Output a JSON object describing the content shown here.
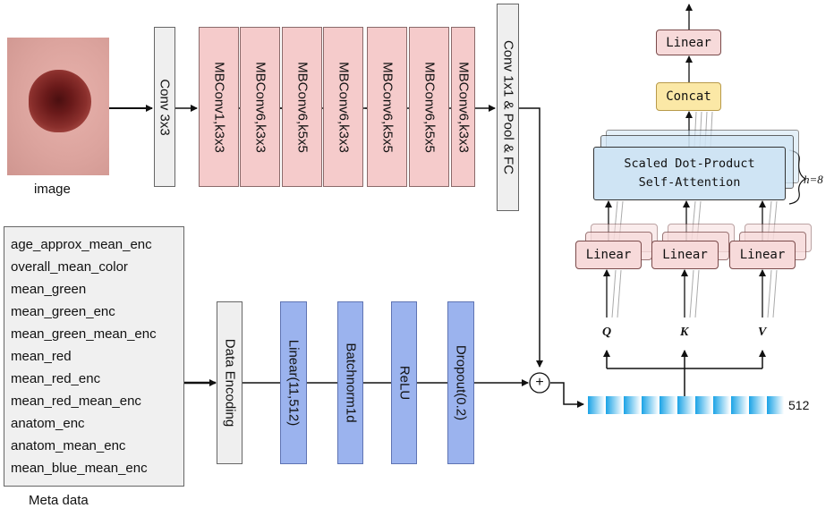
{
  "image_label": "image",
  "meta_label": "Meta data",
  "backbone": {
    "conv_in": "Conv 3x3",
    "mbconv": [
      "MBConv1,k3x3",
      "MBConv6,k3x3",
      "MBConv6,k5x5",
      "MBConv6,k3x3",
      "MBConv6,k5x5",
      "MBConv6,k5x5",
      "MBConv6,k3x3"
    ],
    "head": "Conv 1x1 & Pool & FC"
  },
  "meta_features": [
    "age_approx_mean_enc",
    "overall_mean_color",
    "mean_green",
    "mean_green_enc",
    "mean_green_mean_enc",
    "mean_red",
    "mean_red_enc",
    "mean_red_mean_enc",
    "anatom_enc",
    "anatom_mean_enc",
    "mean_blue_mean_enc"
  ],
  "meta_branch": {
    "data_encoding": "Data Encoding",
    "linear": "Linear(11,512)",
    "batchnorm": "Batchnorm1d",
    "relu": "ReLU",
    "dropout": "Dropout(0.2)"
  },
  "fusion": {
    "plus": "+",
    "embedding_size": "512"
  },
  "attention": {
    "linear_top": "Linear",
    "concat": "Concat",
    "sdpa_line1": "Scaled Dot-Product",
    "sdpa_line2": "Self-Attention",
    "heads": "h=8",
    "linear_q": "Linear",
    "linear_k": "Linear",
    "linear_v": "Linear",
    "q": "Q",
    "k": "K",
    "v": "V"
  },
  "colors": {
    "mbconv": "#f5cbcb",
    "gray_box": "#efefef",
    "meta_box": "#f0f0f0",
    "blue_box": "#9bb3ee",
    "concat": "#fbe8a6",
    "attention": "#cfe4f4",
    "linear": "#f7dada",
    "embedding_start": "#1aa3e6",
    "embedding_end": "#ffffff"
  }
}
